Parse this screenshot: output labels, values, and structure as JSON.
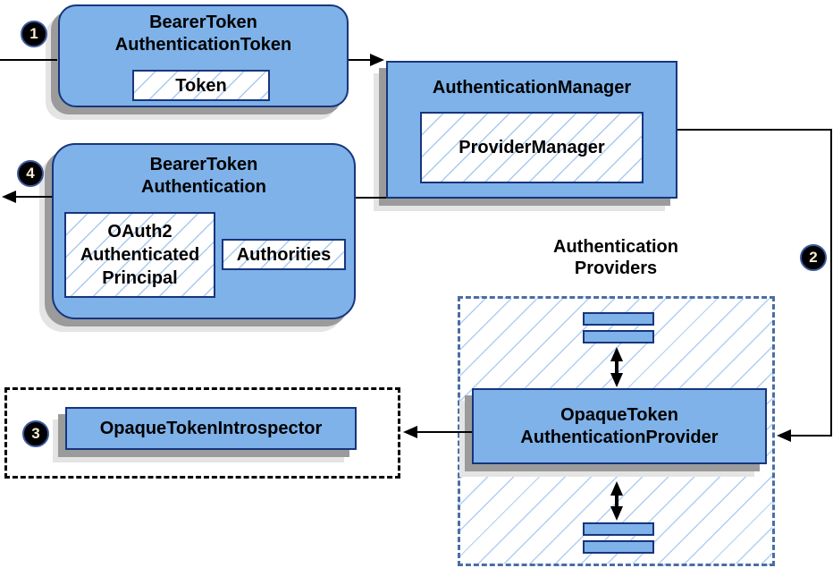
{
  "colors": {
    "node_fill": "#7EB2E9",
    "node_border": "#17357D",
    "hatch_line": "#A9C9F0",
    "shadow_dark": "#9B9B9B",
    "shadow_light": "#E4E4E4",
    "providers_dash_border": "#4A6EA3",
    "introspector_dash_border": "#000000",
    "connector": "#000000",
    "step_circle_fill": "#000000",
    "step_digit_color": "#F7ECD4"
  },
  "steps": {
    "step1": "1",
    "step2": "2",
    "step3": "3",
    "step4": "4"
  },
  "nodes": {
    "bearer_token_authentication_token": {
      "title_line1": "BearerToken",
      "title_line2": "AuthenticationToken",
      "token_label": "Token"
    },
    "authentication_manager": {
      "title": "AuthenticationManager",
      "provider_manager_label": "ProviderManager"
    },
    "bearer_token_authentication": {
      "title_line1": "BearerToken",
      "title_line2": "Authentication",
      "principal_line1": "OAuth2",
      "principal_line2": "Authenticated",
      "principal_line3": "Principal",
      "authorities_label": "Authorities"
    },
    "authentication_providers": {
      "heading_line1": "Authentication",
      "heading_line2": "Providers"
    },
    "opaque_token_authentication_provider": {
      "title_line1": "OpaqueToken",
      "title_line2": "AuthenticationProvider"
    },
    "opaque_token_introspector": {
      "label": "OpaqueTokenIntrospector"
    }
  }
}
